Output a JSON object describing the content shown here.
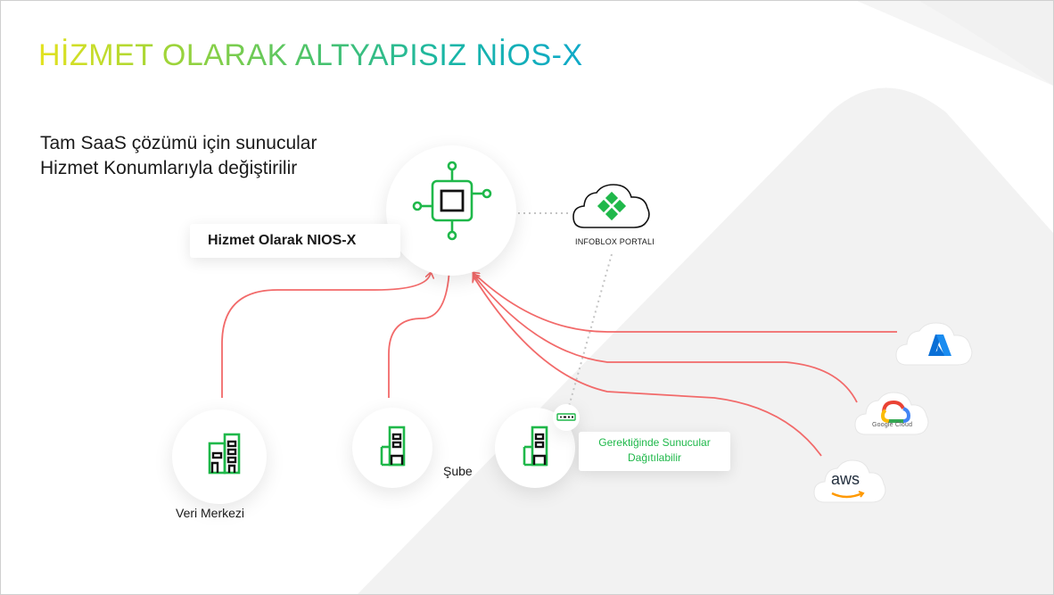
{
  "title": "HİZMET OLARAK ALTYAPISIZ NİOS-X",
  "subtitle": {
    "line1": "Tam SaaS çözümü için sunucular",
    "line2": "Hizmet Konumlarıyla değiştirilir"
  },
  "nodes": {
    "center_label": "Hizmet Olarak NIOS-X",
    "portal_label": "INFOBLOX PORTALI",
    "datacenter_label": "Veri Merkezi",
    "branch_label": "Şube",
    "ondemand_label": "Gerektiğinde Sunucular Dağıtılabilir",
    "google_cloud_label": "Google Cloud",
    "aws_label": "aws"
  },
  "colors": {
    "accent_green": "#1fb84a",
    "arrow_red": "#f26a6a",
    "dotted_gray": "#c4c4c4",
    "title_gradient": [
      "#e3e21f",
      "#4cc36a",
      "#0fa9c9"
    ],
    "azure_blue": "#0a6fd6"
  },
  "icons": [
    "chip-icon",
    "infoblox-cloud-icon",
    "building-icon",
    "server-device-icon",
    "azure-icon",
    "google-cloud-icon",
    "aws-icon"
  ]
}
